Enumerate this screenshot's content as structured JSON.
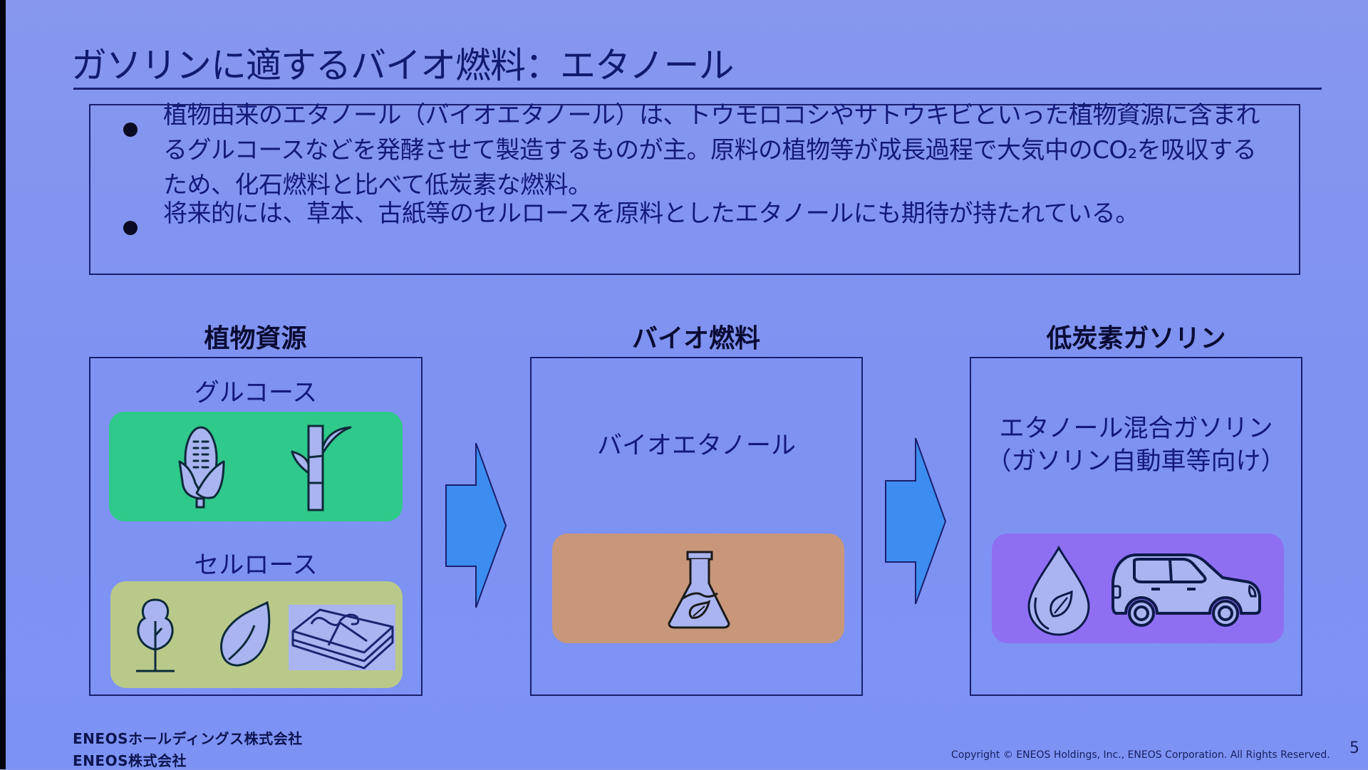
{
  "slide": {
    "title": "ガソリンに適するバイオ燃料：エタノール",
    "page_number": "5"
  },
  "summary": {
    "bullets": [
      "植物由来のエタノール（バイオエタノール）は、トウモロコシやサトウキビといった植物資源に含まれるグルコースなどを発酵させて製造するものが主。原料の植物等が成長過程で大気中のCO₂を吸収するため、化石燃料と比べて低炭素な燃料。",
      "将来的には、草本、古紙等のセルロースを原料としたエタノールにも期待が持たれている。"
    ]
  },
  "flow": {
    "columns": [
      {
        "heading": "植物資源",
        "groups": [
          {
            "label": "グルコース",
            "icons": [
              "corn-icon",
              "sugarcane-icon"
            ],
            "panel_color": "#2fc98b"
          },
          {
            "label": "セルロース",
            "icons": [
              "tree-icon",
              "leaf-icon",
              "waste-paper-icon"
            ],
            "panel_color": "#b9c98a"
          }
        ]
      },
      {
        "heading": "バイオ燃料",
        "label": "バイオエタノール",
        "icons": [
          "flask-leaf-icon"
        ],
        "panel_color": "#c8977a"
      },
      {
        "heading": "低炭素ガソリン",
        "label_line1": "エタノール混合ガソリン",
        "label_line2": "（ガソリン自動車等向け）",
        "icons": [
          "fuel-drop-leaf-icon",
          "car-icon"
        ],
        "panel_color": "#8e6ff2"
      }
    ],
    "arrows": [
      "right-arrow",
      "right-arrow"
    ],
    "arrow_color": "#3d8df0"
  },
  "footer": {
    "company_1": "ENEOSホールディングス株式会社",
    "company_2": "ENEOS株式会社",
    "copyright": "Copyright © ENEOS Holdings, Inc., ENEOS Corporation. All Rights Reserved."
  },
  "colors": {
    "background": "#8194f0",
    "text": "#14197a",
    "border": "#1a1f6e"
  }
}
